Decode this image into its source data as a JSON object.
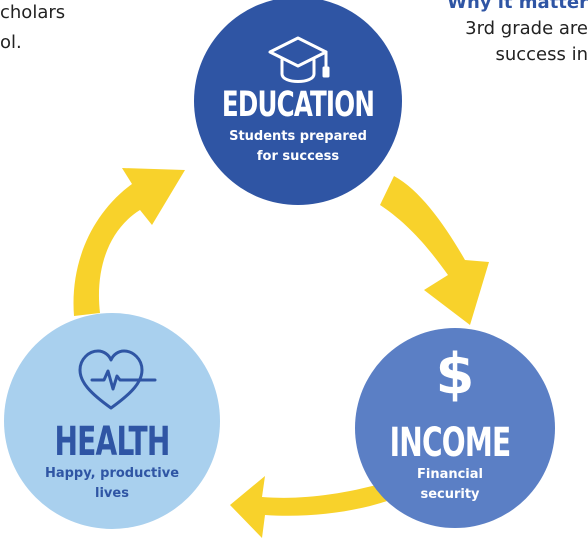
{
  "fragments": {
    "left_line1": "cholars",
    "left_line2": "ol.",
    "right_title": "Why it matter",
    "right_line1": "3rd grade are",
    "right_line2": "success in"
  },
  "nodes": [
    {
      "id": "education",
      "title": "EDUCATION",
      "subtitle_1": "Students prepared",
      "subtitle_2": "for success",
      "icon": "graduation-cap-icon",
      "color": "#2f55a4"
    },
    {
      "id": "income",
      "title": "INCOME",
      "symbol": "$",
      "subtitle_1": "Financial",
      "subtitle_2": "security",
      "icon": "dollar-sign-icon",
      "color": "#5b7fc5"
    },
    {
      "id": "health",
      "title": "HEALTH",
      "subtitle_1": "Happy, productive",
      "subtitle_2": "lives",
      "icon": "heart-pulse-icon",
      "color": "#a9d0ee"
    }
  ],
  "arrow_color": "#f8d22b"
}
